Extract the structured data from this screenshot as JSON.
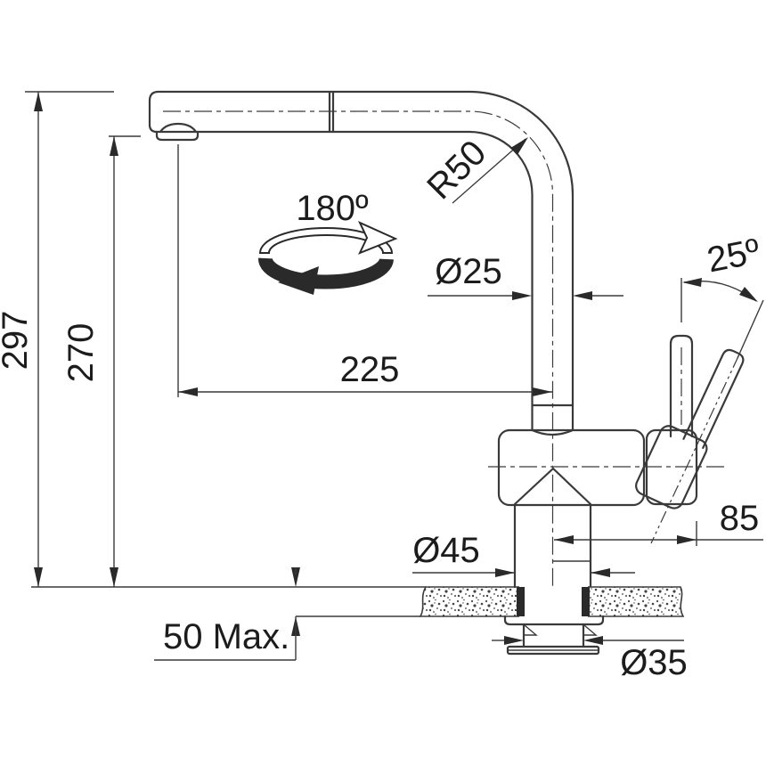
{
  "title": "Kitchen faucet installation dimension drawing",
  "colors": {
    "paper": "#ffffff",
    "ink": "#3a3a3a",
    "text": "#1c1c1c"
  },
  "labels": {
    "total_height": "297",
    "outlet_height": "270",
    "reach": "225",
    "spout_diameter": "Ø25",
    "bend_radius": "R50",
    "swivel_angle": "180º",
    "lever_angle": "25º",
    "lever_offset": "85",
    "base_diameter": "Ø45",
    "counter_thickness_max": "50 Max.",
    "hole_diameter": "Ø35"
  }
}
